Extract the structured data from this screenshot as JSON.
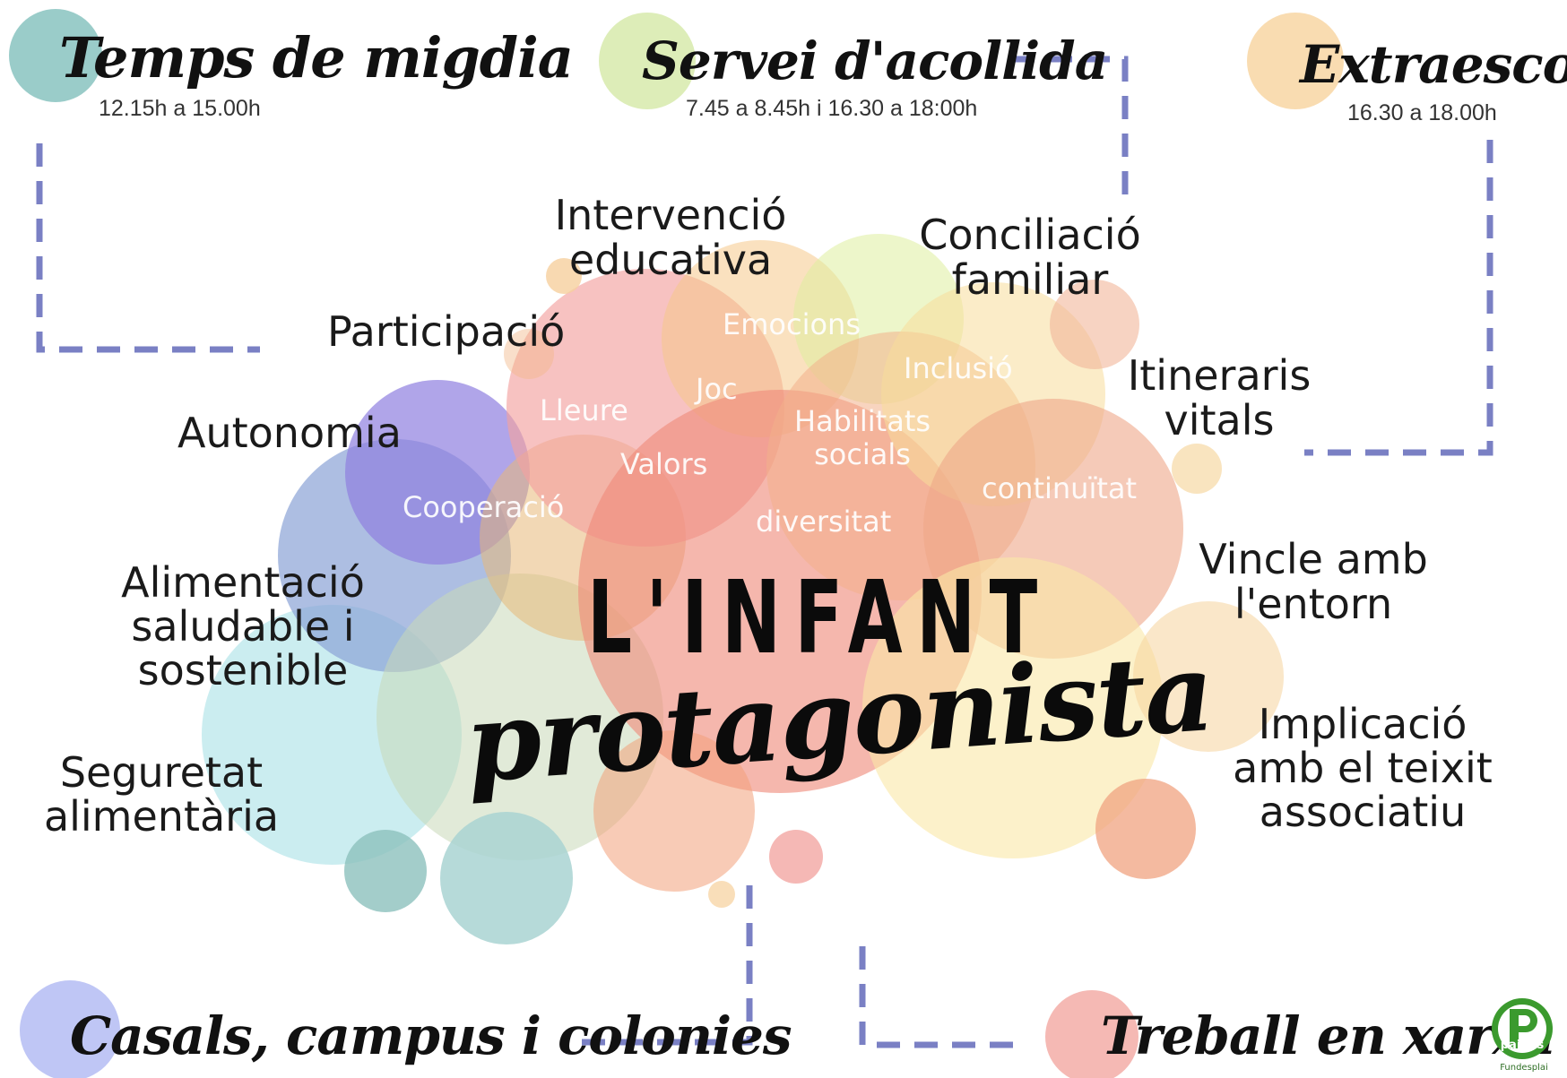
{
  "central": {
    "title_line1": "L'INFANT",
    "title_line2": "protagonista"
  },
  "services": {
    "top_left": {
      "title": "Temps de migdia",
      "time": "12.15h a 15.00h",
      "circle_color": "#8fc7c3"
    },
    "top_center": {
      "title": "Servei d'acollida",
      "time": "7.45 a 8.45h i 16.30 a 18:00h",
      "circle_color": "#d9ebb0"
    },
    "top_right": {
      "title": "Extraescolars",
      "time": "16.30 a 18.00h",
      "circle_color": "#f8d8a8"
    },
    "bottom_left": {
      "title": "Casals, campus i colonies",
      "circle_color": "#b8c0f4"
    },
    "bottom_right": {
      "title": "Treball en xarxa",
      "circle_color": "#f4b1ac"
    }
  },
  "outer_concepts": {
    "intervencio": "Intervenció\neducativa",
    "conciliacio": "Conciliació\nfamiliar",
    "participacio": "Participació",
    "itineraris": "Itineraris\nvitals",
    "autonomia": "Autonomia",
    "alimentacio": "Alimentació\nsaludable i\nsostenible",
    "vincle": "Vincle amb\nl'entorn",
    "seguretat": "Seguretat\nalimentària",
    "implicacio": "Implicació\namb el teixit\nassociatiu"
  },
  "inner_concepts": {
    "emocions": "Emocions",
    "inclusio": "Inclusió",
    "joc": "Joc",
    "lleure": "Lleure",
    "habilitats": "Habilitats\nsocials",
    "valors": "Valors",
    "continuitat": "continuïtat",
    "cooperacio": "Cooperació",
    "diversitat": "diversitat"
  },
  "logo": {
    "name": "paidos",
    "sub": "Fundesplai",
    "color": "#3b9a2e"
  },
  "colors": {
    "dash": "#7a80c4"
  }
}
